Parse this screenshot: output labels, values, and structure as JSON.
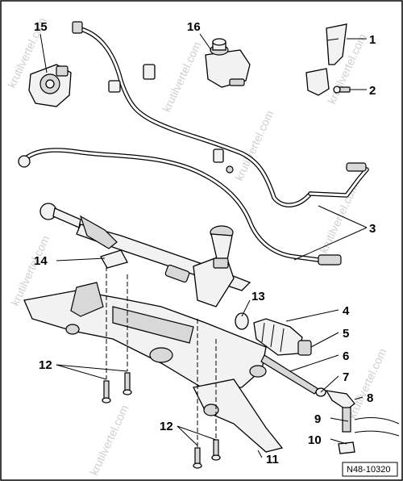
{
  "figure": {
    "code": "N48-10320",
    "watermark": "krutilvertel.com"
  },
  "callouts": [
    {
      "id": "c1",
      "label": "1"
    },
    {
      "id": "c2",
      "label": "2"
    },
    {
      "id": "c3",
      "label": "3"
    },
    {
      "id": "c4",
      "label": "4"
    },
    {
      "id": "c5",
      "label": "5"
    },
    {
      "id": "c6",
      "label": "6"
    },
    {
      "id": "c7",
      "label": "7"
    },
    {
      "id": "c8",
      "label": "8"
    },
    {
      "id": "c9",
      "label": "9"
    },
    {
      "id": "c10",
      "label": "10"
    },
    {
      "id": "c11",
      "label": "11"
    },
    {
      "id": "c12a",
      "label": "12"
    },
    {
      "id": "c12b",
      "label": "12"
    },
    {
      "id": "c13",
      "label": "13"
    },
    {
      "id": "c14",
      "label": "14"
    },
    {
      "id": "c15",
      "label": "15"
    },
    {
      "id": "c16",
      "label": "16"
    }
  ]
}
